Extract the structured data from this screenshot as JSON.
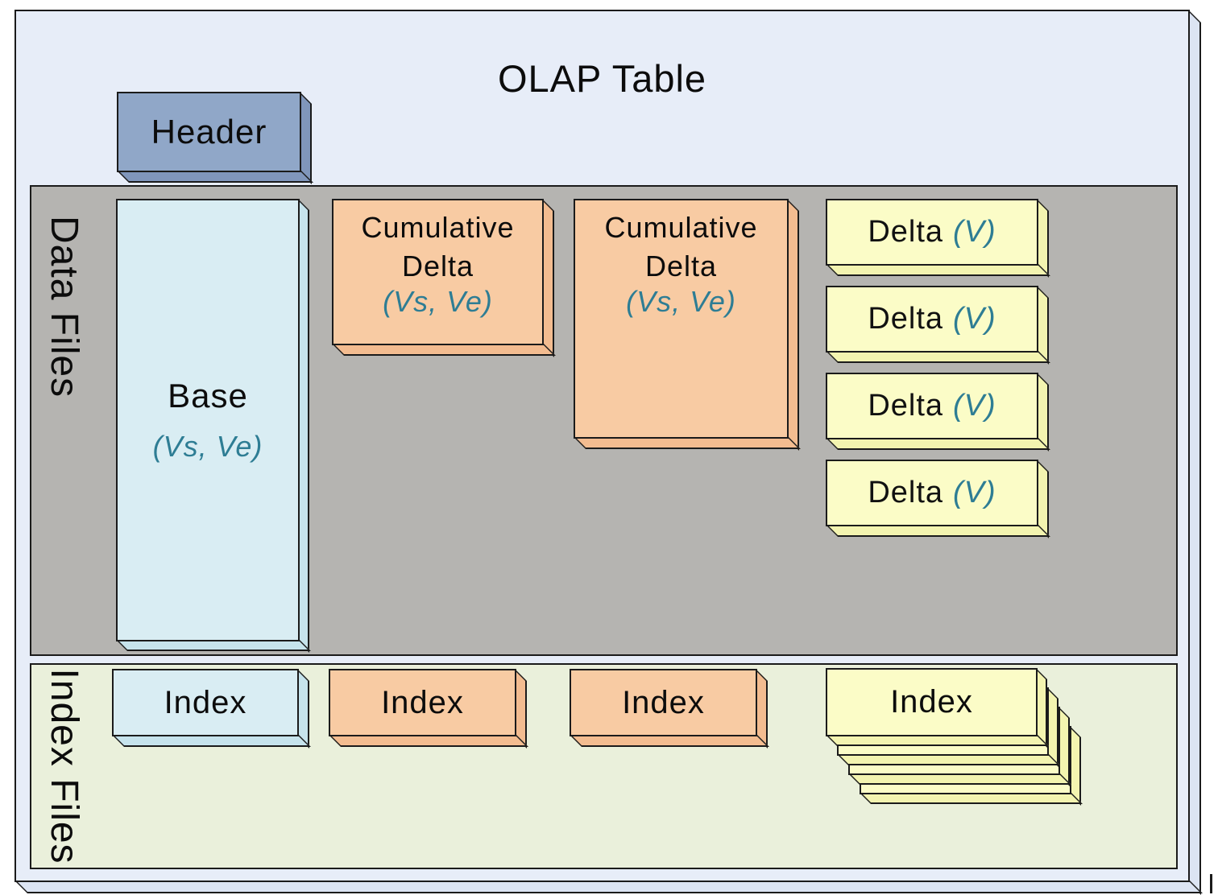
{
  "title": "OLAP Table",
  "header": {
    "label": "Header"
  },
  "data_files": {
    "label": "Data Files",
    "base": {
      "label": "Base",
      "version": "(Vs, Ve)"
    },
    "cumulative_deltas": [
      {
        "line1": "Cumulative",
        "line2": "Delta",
        "version": "(Vs, Ve)"
      },
      {
        "line1": "Cumulative",
        "line2": "Delta",
        "version": "(Vs, Ve)"
      }
    ],
    "deltas": [
      {
        "label": "Delta",
        "version": "(V)"
      },
      {
        "label": "Delta",
        "version": "(V)"
      },
      {
        "label": "Delta",
        "version": "(V)"
      },
      {
        "label": "Delta",
        "version": "(V)"
      }
    ]
  },
  "index_files": {
    "label": "Index Files",
    "indexes": [
      {
        "label": "Index",
        "for": "base"
      },
      {
        "label": "Index",
        "for": "cumulative-delta-1"
      },
      {
        "label": "Index",
        "for": "cumulative-delta-2"
      },
      {
        "label": "Index",
        "for": "delta-stack"
      }
    ]
  },
  "colors": {
    "outer_face": "#e7edf8",
    "outer_side": "#dce4f3",
    "header_face": "#90a7c8",
    "header_side": "#8096bb",
    "data_panel": "#b5b4b1",
    "index_panel": "#eaf0db",
    "base_face": "#d9edf3",
    "base_side": "#c6e3ec",
    "delta_face": "#f8cba3",
    "delta_side": "#f3bc90",
    "version_face": "#fbfcc7",
    "version_side": "#f3f4b0",
    "accent_text": "#2e7d94",
    "outline": "#1b1b1b"
  }
}
